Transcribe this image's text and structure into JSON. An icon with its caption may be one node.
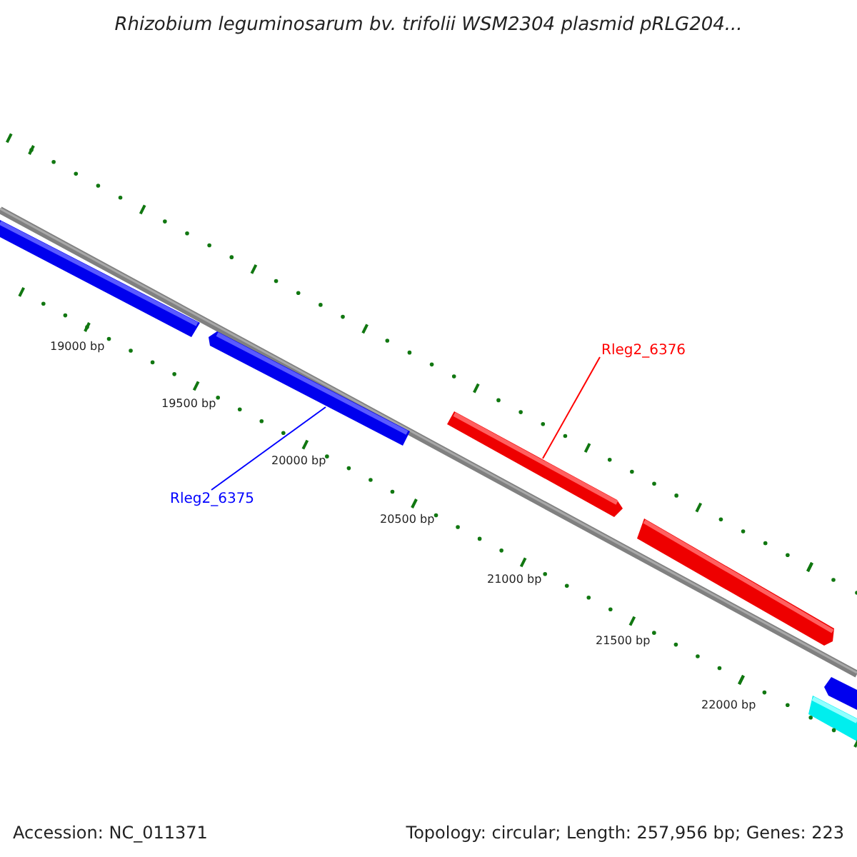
{
  "diagram": {
    "title": "Rhizobium leguminosarum bv. trifolii WSM2304 plasmid pRLG204...",
    "nodes": [
      {
        "text": [
          "Rleg2_6375"
        ]
      },
      {
        "text": [
          "Rleg2_6376"
        ]
      },
      {
        "text": [],
        "shape": "bar"
      },
      {
        "text": [],
        "shape": "bar"
      }
    ],
    "edges": [
      {
        "from": 0,
        "to": 2,
        "arrow": "none",
        "color": "#0000ff"
      },
      {
        "from": 1,
        "to": 3,
        "arrow": "none",
        "color": "#ff0000"
      }
    ],
    "labels": [
      "19000 bp",
      "19500 bp",
      "20000 bp",
      "20500 bp",
      "21000 bp",
      "21500 bp",
      "22000 bp",
      "Accession: NC_011371",
      "Topology: circular; Length: 257,956 bp; Genes: 223"
    ]
  }
}
